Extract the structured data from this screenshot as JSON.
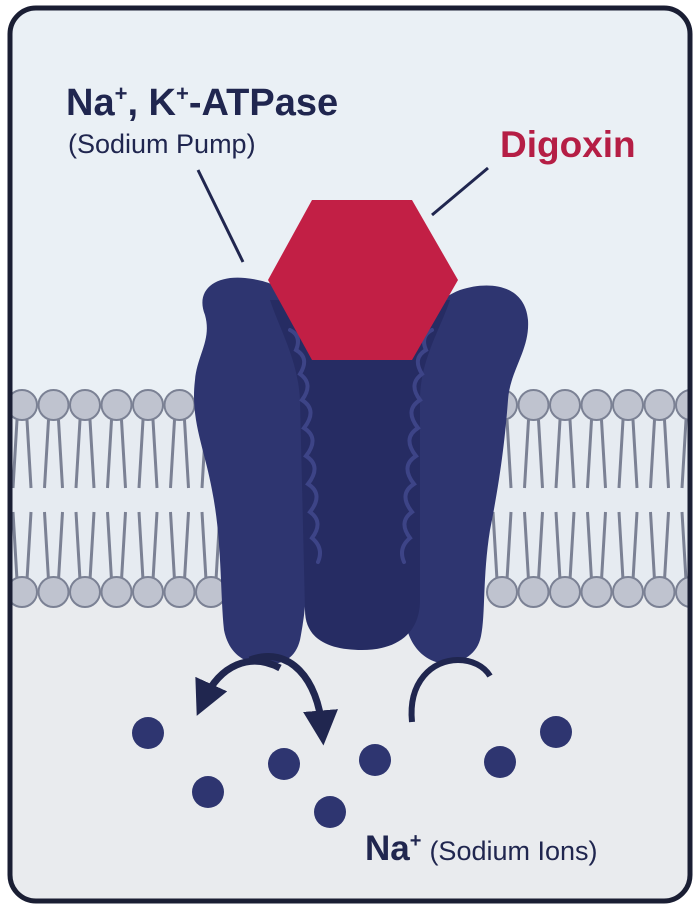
{
  "pump": {
    "title_main": "Na",
    "title_sup1": "+",
    "title_mid": ", K",
    "title_sup2": "+",
    "title_end": "-ATPase",
    "subtitle": "(Sodium Pump)"
  },
  "drug": {
    "label": "Digoxin"
  },
  "ions": {
    "label_main": "Na",
    "label_sup": "+",
    "label_desc": "(Sodium Ions)"
  },
  "colors": {
    "protein": "#2e3570",
    "protein_dark": "#262c63",
    "drug": "#c21f45",
    "lipid_head": "#bfc3cf",
    "text": "#20264f",
    "drug_text": "#b51e45",
    "frame": "#1a1e33",
    "extracellular_bg": "#eaf0f5",
    "intracellular_bg": "#e9ebee"
  }
}
